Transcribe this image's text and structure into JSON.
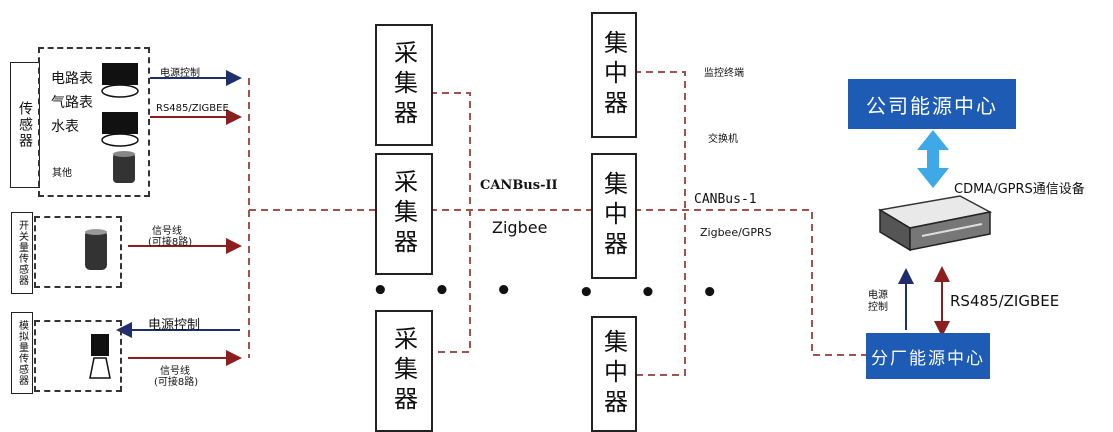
{
  "left": {
    "sensor_group_label": "传感器",
    "meters": [
      "电路表",
      "气路表",
      "水表"
    ],
    "other_label": "其他",
    "switch_group_label": "开关量传感器",
    "analog_group_label": "模拟量传感器",
    "top_arrow1": "电源控制",
    "top_arrow2": "RS485/ZIGBEE",
    "signal1_a": "信号线",
    "signal1_b": "(可接8路)",
    "power_ctrl": "电源控制",
    "signal2_a": "信号线",
    "signal2_b": "(可接8路)"
  },
  "collectors": [
    "采集器",
    "采集器",
    "采集器"
  ],
  "concentrators": [
    "集中器",
    "集中器",
    "集中器"
  ],
  "ellipsis": "• • •",
  "middle": {
    "canbus2": "CANBus-II",
    "zigbee": "Zigbee",
    "monitor": "监控终端",
    "switch": "交换机",
    "canbus1": "CANBus-1",
    "zigbee_gprs": "Zigbee/GPRS"
  },
  "right": {
    "company_center": "公司能源中心",
    "cdma": "CDMA/GPRS通信设备",
    "power_ctrl": "电源控制",
    "rs485": "RS485/ZIGBEE",
    "branch_center": "分厂能源中心"
  },
  "colors": {
    "blue_box": "#1d5bb5",
    "dashed_line": "#a0524f",
    "arrow_blue": "#1a3f8f",
    "arrow_red": "#8b1e1e",
    "light_blue_arrow": "#3fa9e8"
  }
}
